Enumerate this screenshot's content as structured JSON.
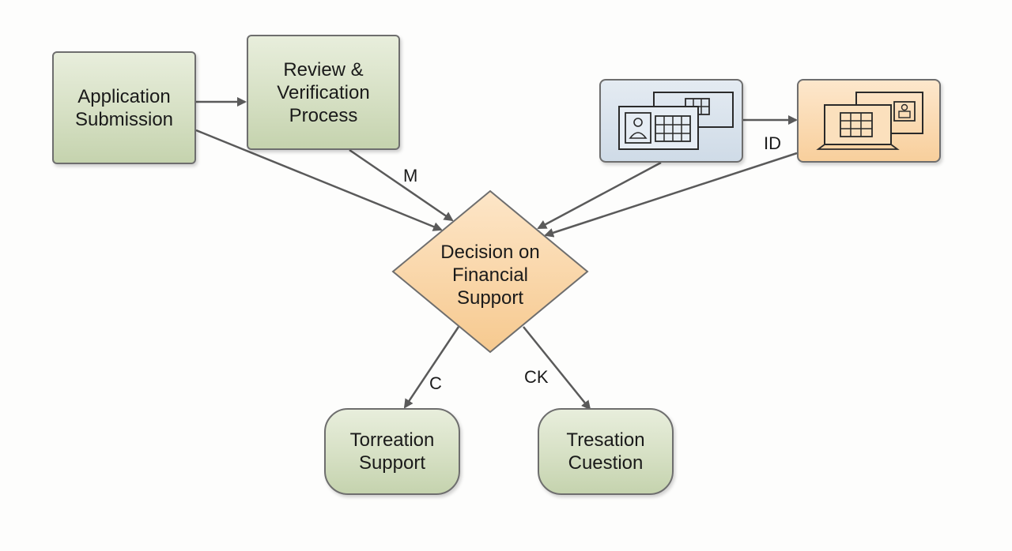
{
  "nodes": {
    "application_submission": "Application\nSubmission",
    "review_verification": "Review &\nVerification\nProcess",
    "decision": "Decision on\nFinancial\nSupport",
    "torreation_support": "Torreation\nSupport",
    "tresation_cuestion": "Tresation\nCuestion"
  },
  "edge_labels": {
    "review_to_decision": "M",
    "card_edge": "ID",
    "decision_to_left": "C",
    "decision_to_right": "CK"
  },
  "icons": {
    "blue_card": "user-grid-window-icon",
    "orange_card": "laptop-grid-window-icon"
  },
  "colors": {
    "green_fill": "#d6e0c4",
    "orange_fill": "#f8cf9c",
    "blue_fill": "#cfdbe7",
    "arrow": "#5a5a5a"
  }
}
